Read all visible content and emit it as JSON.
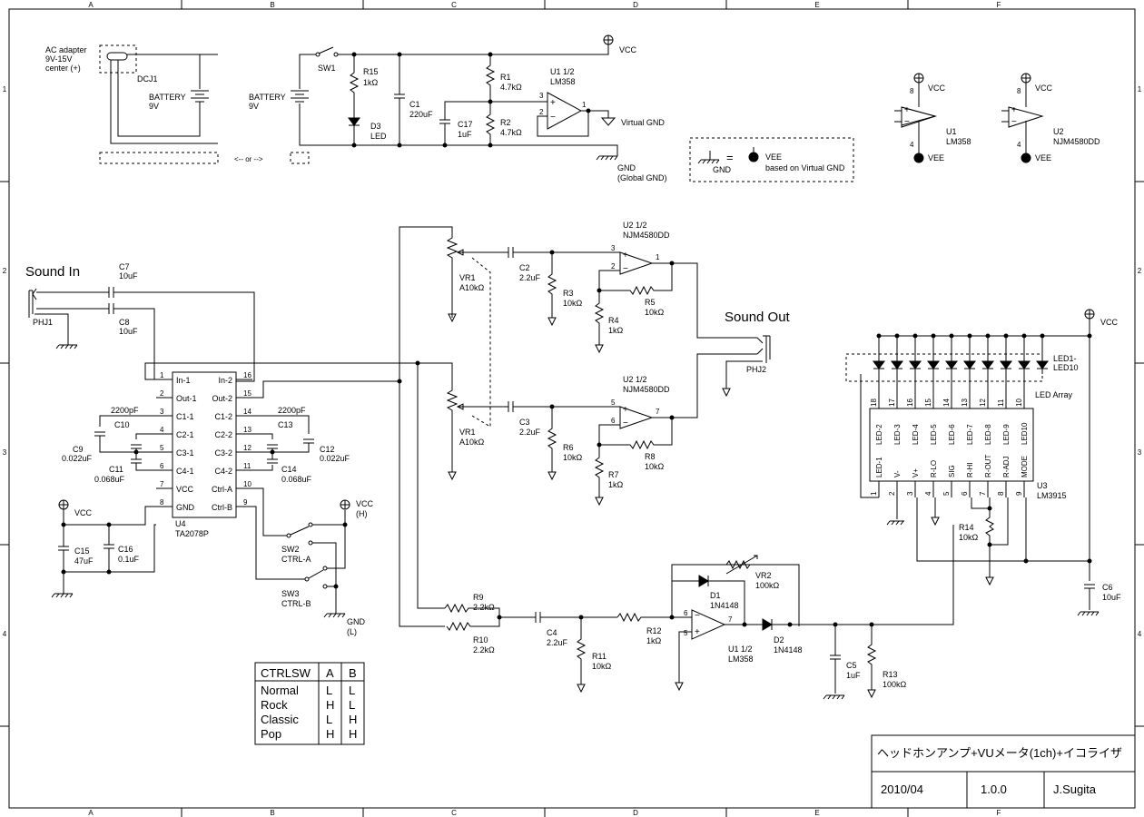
{
  "frame": {
    "grid_cols": [
      "A",
      "B",
      "C",
      "D",
      "E",
      "F"
    ],
    "grid_rows": [
      "1",
      "2",
      "3",
      "4"
    ]
  },
  "power": {
    "ac_adapter": [
      "AC adapter",
      "9V-15V",
      "center (+)"
    ],
    "dcj1": "DCJ1",
    "battery1": [
      "BATTERY",
      "9V"
    ],
    "battery2": [
      "BATTERY",
      "9V"
    ],
    "or_text": "<-- or -->",
    "sw1": "SW1",
    "r15": [
      "R15",
      "1kΩ"
    ],
    "d3": [
      "D3",
      "LED"
    ],
    "c1": [
      "C1",
      "220uF"
    ],
    "r1": [
      "R1",
      "4.7kΩ"
    ],
    "r2": [
      "R2",
      "4.7kΩ"
    ],
    "c17": [
      "C17",
      "1uF"
    ],
    "u1a": [
      "U1 1/2",
      "LM358"
    ],
    "vcc": "VCC",
    "virtual_gnd": "Virtual GND",
    "gnd": [
      "GND",
      "(Global GND)"
    ]
  },
  "legend": {
    "gnd": "GND",
    "eq": "=",
    "vee": "VEE",
    "vee_note": "based on Virtual GND"
  },
  "opamp_pins": {
    "u1": [
      "U1",
      "LM358"
    ],
    "u2": [
      "U2",
      "NJM4580DD"
    ],
    "vcc": "VCC",
    "vee": "VEE",
    "pin8": "8",
    "pin4": "4"
  },
  "input": {
    "sound_in": "Sound In",
    "phj1": "PHJ1",
    "c7": [
      "C7",
      "10uF"
    ],
    "c8": [
      "C8",
      "10uF"
    ]
  },
  "u4": {
    "name": [
      "U4",
      "TA2078P"
    ],
    "left_pins": [
      "In-1",
      "Out-1",
      "C1-1",
      "C2-1",
      "C3-1",
      "C4-1",
      "VCC",
      "GND"
    ],
    "left_nums": [
      "1",
      "2",
      "3",
      "4",
      "5",
      "6",
      "7",
      "8"
    ],
    "right_pins": [
      "In-2",
      "Out-2",
      "C1-2",
      "C2-2",
      "C3-2",
      "C4-2",
      "Ctrl-A",
      "Ctrl-B"
    ],
    "right_nums": [
      "16",
      "15",
      "14",
      "13",
      "12",
      "11",
      "10",
      "9"
    ],
    "c10": [
      "2200pF",
      "C10"
    ],
    "c9": [
      "C9",
      "0.022uF"
    ],
    "c11": [
      "C11",
      "0.068uF"
    ],
    "c13": [
      "2200pF",
      "C13"
    ],
    "c12": [
      "C12",
      "0.022uF"
    ],
    "c14": [
      "C14",
      "0.068uF"
    ],
    "c15": [
      "C15",
      "47uF"
    ],
    "c16": [
      "C16",
      "0.1uF"
    ],
    "vcc": "VCC",
    "sw2": [
      "SW2",
      "CTRL-A"
    ],
    "sw3": [
      "SW3",
      "CTRL-B"
    ],
    "vcc_h": [
      "VCC",
      "(H)"
    ],
    "gnd_l": [
      "GND",
      "(L)"
    ]
  },
  "amp": {
    "vr1a": [
      "VR1",
      "A10kΩ"
    ],
    "vr1b": [
      "VR1",
      "A10kΩ"
    ],
    "c2": [
      "C2",
      "2.2uF"
    ],
    "c3": [
      "C3",
      "2.2uF"
    ],
    "r3": [
      "R3",
      "10kΩ"
    ],
    "r6": [
      "R6",
      "10kΩ"
    ],
    "r4": [
      "R4",
      "1kΩ"
    ],
    "r7": [
      "R7",
      "1kΩ"
    ],
    "r5": [
      "R5",
      "10kΩ"
    ],
    "r8": [
      "R8",
      "10kΩ"
    ],
    "u2a": [
      "U2 1/2",
      "NJM4580DD"
    ],
    "u2b": [
      "U2 1/2",
      "NJM4580DD"
    ],
    "sound_out": "Sound Out",
    "phj2": "PHJ2"
  },
  "vu": {
    "r9": [
      "R9",
      "2.2kΩ"
    ],
    "r10": [
      "R10",
      "2.2kΩ"
    ],
    "c4": [
      "C4",
      "2.2uF"
    ],
    "r11": [
      "R11",
      "10kΩ"
    ],
    "r12": [
      "R12",
      "1kΩ"
    ],
    "d1": [
      "D1",
      "1N4148"
    ],
    "vr2": [
      "VR2",
      "100kΩ"
    ],
    "u1b": [
      "U1 1/2",
      "LM358"
    ],
    "d2": [
      "D2",
      "1N4148"
    ],
    "c5": [
      "C5",
      "1uF"
    ],
    "r13": [
      "R13",
      "100kΩ"
    ]
  },
  "led": {
    "vcc": "VCC",
    "led_array": [
      "LED1-",
      "LED10"
    ],
    "led_array_label": "LED Array",
    "u3": [
      "U3",
      "LM3915"
    ],
    "top_pins": [
      "18",
      "17",
      "16",
      "15",
      "14",
      "13",
      "12",
      "11",
      "10"
    ],
    "top_names": [
      "LED-2",
      "LED-3",
      "LED-4",
      "LED-5",
      "LED-6",
      "LED-7",
      "LED-8",
      "LED-9",
      "LED10"
    ],
    "bot_names": [
      "LED-1",
      "V-",
      "V+",
      "R-LO",
      "SIG",
      "R-HI",
      "R-OUT",
      "R-ADJ",
      "MODE"
    ],
    "bot_pins": [
      "1",
      "2",
      "3",
      "4",
      "5",
      "6",
      "7",
      "8",
      "9"
    ],
    "r14": [
      "R14",
      "10kΩ"
    ],
    "c6": [
      "C6",
      "10uF"
    ]
  },
  "ctrl_table": {
    "headers": [
      "CTRLSW",
      "A",
      "B"
    ],
    "rows": [
      [
        "Normal",
        "L",
        "L"
      ],
      [
        "Rock",
        "H",
        "L"
      ],
      [
        "Classic",
        "L",
        "H"
      ],
      [
        "Pop",
        "H",
        "H"
      ]
    ]
  },
  "title_block": {
    "title": "ヘッドホンアンプ+VUメータ(1ch)+イコライザ",
    "date": "2010/04",
    "version": "1.0.0",
    "author": "J.Sugita"
  }
}
